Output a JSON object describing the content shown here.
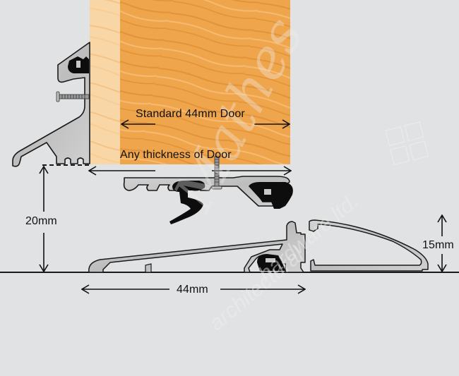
{
  "diagram": {
    "type": "door threshold cross-section",
    "labels": {
      "standard_door": "Standard 44mm Door",
      "any_thickness": "Any thickness of Door",
      "height_gap": "20mm",
      "threshold_width": "44mm",
      "threshold_height": "15mm"
    },
    "watermark": {
      "script": "Mathes",
      "line1": "architectural",
      "line2": "hardware ltd."
    },
    "colors": {
      "background": "#e1e2e3",
      "door_wood": "#f0a54a",
      "door_wood_light": "#f8d3a0",
      "aluminium": "#c9c9c9",
      "outline": "#1a1a1a",
      "seal": "#0d0d0d"
    }
  }
}
